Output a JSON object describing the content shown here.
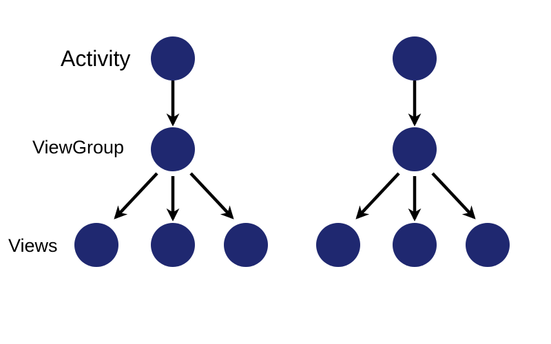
{
  "labels": {
    "activity": "Activity",
    "viewgroup": "ViewGroup",
    "views": "Views"
  },
  "colors": {
    "node": "#1f2870",
    "arrow": "#000000",
    "background": "#ffffff"
  },
  "diagram": {
    "trees": [
      {
        "name": "left-tree",
        "root": "activity",
        "middle": "viewgroup",
        "leaves": [
          "view",
          "view",
          "view"
        ]
      },
      {
        "name": "right-tree",
        "root": "activity",
        "middle": "viewgroup",
        "leaves": [
          "view",
          "view",
          "view"
        ]
      }
    ]
  }
}
